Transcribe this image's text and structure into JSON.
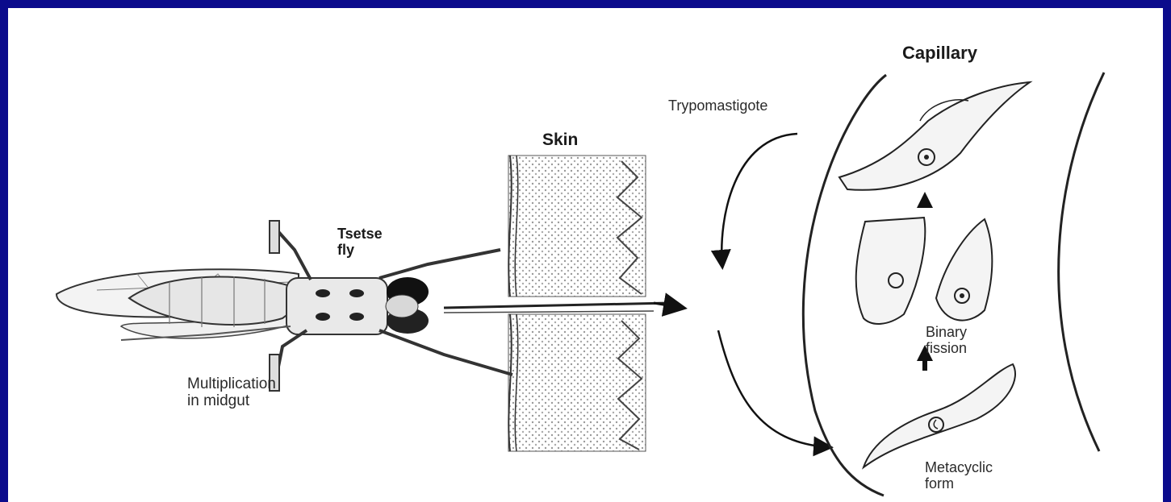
{
  "diagram": {
    "labels": {
      "capillary": "Capillary",
      "trypomastigote": "Trypomastigote",
      "skin": "Skin",
      "tsetse_line1": "Tsetse",
      "tsetse_line2": "fly",
      "multiplication_line1": "Multiplication",
      "multiplication_line2": "in midgut",
      "binary_line1": "Binary",
      "binary_line2": "fission",
      "metacyclic_line1": "Metacyclic",
      "metacyclic_line2": "form"
    },
    "colors": {
      "border": "#0b0b8c",
      "background": "#ffffff",
      "ink": "#222222"
    }
  }
}
